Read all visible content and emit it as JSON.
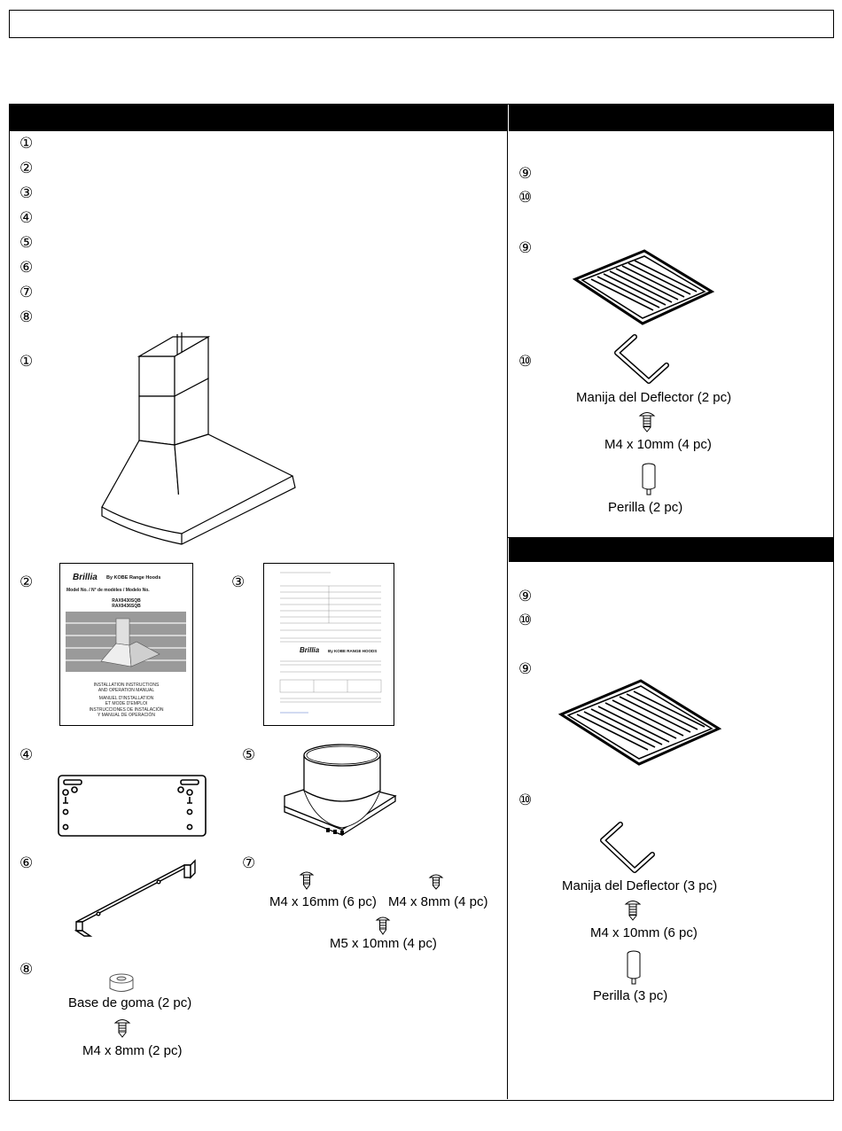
{
  "left_list_numbers": [
    "①",
    "②",
    "③",
    "④",
    "⑤",
    "⑥",
    "⑦",
    "⑧"
  ],
  "right_top_numbers": [
    "⑨",
    "⑩"
  ],
  "right_bottom_numbers": [
    "⑨",
    "⑩"
  ],
  "markers": {
    "n1": "①",
    "n2": "②",
    "n3": "③",
    "n4": "④",
    "n5": "⑤",
    "n6": "⑥",
    "n7": "⑦",
    "n8": "⑧",
    "r9a": "⑨",
    "r10a": "⑩",
    "r9b": "⑨",
    "r10b": "⑩"
  },
  "manual": {
    "brand": "Brillia",
    "brand_sub": "By KOBE Range Hoods",
    "model_line": "Model No. / N° de modèles / Modelo No.",
    "models": [
      "RAX9430SQB",
      "RAX9436SQB"
    ],
    "footer": [
      "INSTALLATION INSTRUCTIONS",
      "AND OPERATION MANUAL",
      "MANUEL D'INSTALLATION",
      "ET MODE D'EMPLOI",
      "INSTRUCCIONES DE INSTALACIÓN",
      "Y MANUAL DE OPERACIÓN"
    ]
  },
  "card": {
    "brand": "Brillia",
    "brand_sub": "By KOBE RANGE HOODS"
  },
  "captions": {
    "rubber_base": "Base de goma  (2 pc)",
    "m4x8_2": "M4 x 8mm (2 pc)",
    "m4x16_6": "M4 x 16mm (6 pc)",
    "m4x8_4": "M4 x 8mm (4 pc)",
    "m5x10_4": "M5 x 10mm (4 pc)",
    "handle_2": "Manija del Deflector (2 pc)",
    "m4x10_4": "M4  x 10mm (4 pc)",
    "knob_2": "Perilla (2 pc)",
    "handle_3": "Manija del Deflector (3 pc)",
    "m4x10_6": "M4  x 10mm (6 pc)",
    "knob_3": "Perilla (3 pc)"
  },
  "icons": [
    "range-hood-icon",
    "manual-cover-icon",
    "registration-card-icon",
    "mounting-bracket-icon",
    "duct-adapter-icon",
    "support-bar-icon",
    "screw-icon",
    "rubber-base-icon",
    "baffle-filter-icon",
    "deflector-handle-icon",
    "knob-icon"
  ]
}
